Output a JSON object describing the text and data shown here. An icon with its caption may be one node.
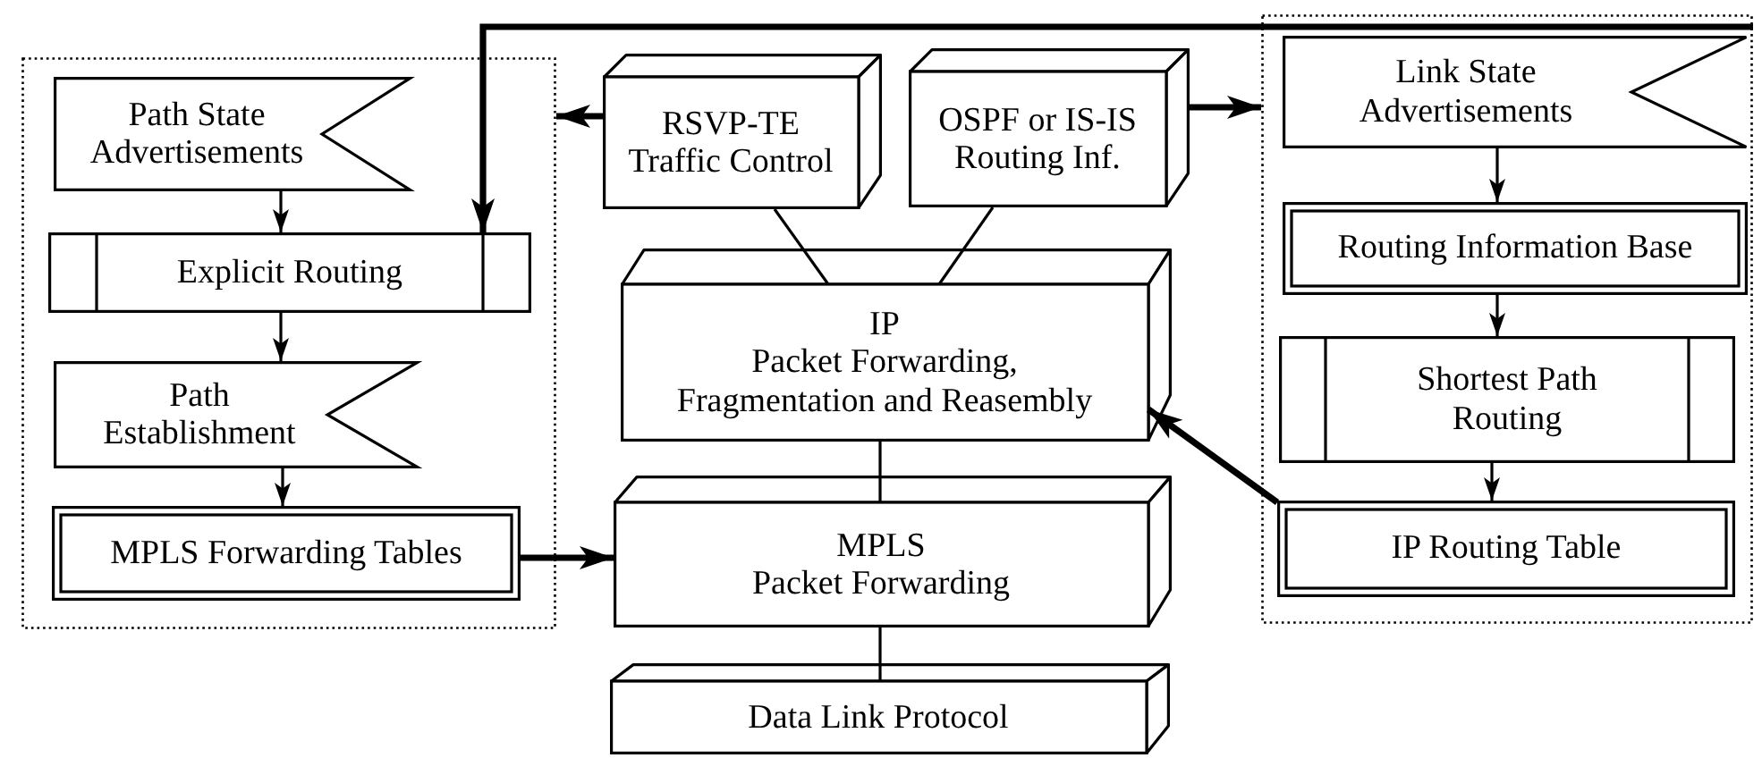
{
  "diagram": {
    "nodes": [
      {
        "text": [],
        "shape": "box"
      },
      {
        "text": [
          "Path State Advertisements"
        ],
        "in": 0
      },
      {
        "text": [
          "Explicit Routing"
        ],
        "in": 0
      },
      {
        "text": [
          "Path Establishment"
        ],
        "in": 0
      },
      {
        "text": [
          "MPLS Forwarding Tables"
        ],
        "in": 0
      },
      {
        "text": [
          "RSVP-TE Traffic Control"
        ]
      },
      {
        "text": [
          "OSPF or IS-IS Routing Inf."
        ]
      },
      {
        "text": [
          "IP",
          "Packet Forwarding, Fragmentation and Reasembly"
        ]
      },
      {
        "text": [
          "MPLS",
          "Packet Forwarding"
        ]
      },
      {
        "text": [
          "Data Link Protocol"
        ]
      },
      {
        "text": [],
        "shape": "box"
      },
      {
        "text": [
          "Link State Advertisements"
        ],
        "in": 10
      },
      {
        "text": [
          "Routing Information Base"
        ],
        "in": 10
      },
      {
        "text": [
          "Shortest Path Routing"
        ],
        "in": 10
      },
      {
        "text": [
          "IP Routing Table"
        ],
        "in": 10
      }
    ],
    "edges": [
      {
        "from": 1,
        "to": 2,
        "arrow": "to"
      },
      {
        "from": 2,
        "to": 3,
        "arrow": "to"
      },
      {
        "from": 3,
        "to": 4,
        "arrow": "to"
      },
      {
        "from": 4,
        "to": 8,
        "arrow": "to",
        "style": "thick"
      },
      {
        "from": 5,
        "to": 0,
        "arrow": "to",
        "style": "thick"
      },
      {
        "from": 6,
        "to": 10,
        "arrow": "to",
        "style": "thick"
      },
      {
        "from": 6,
        "to": 7,
        "arrow": "none"
      },
      {
        "from": 5,
        "to": 7,
        "arrow": "none"
      },
      {
        "from": 7,
        "to": 8,
        "arrow": "none"
      },
      {
        "from": 8,
        "to": 9,
        "arrow": "none"
      },
      {
        "from": 11,
        "to": 12,
        "arrow": "to"
      },
      {
        "from": 12,
        "to": 13,
        "arrow": "to"
      },
      {
        "from": 13,
        "to": 14,
        "arrow": "to"
      },
      {
        "from": 14,
        "to": 7,
        "arrow": "to",
        "style": "thick"
      },
      {
        "from": 10,
        "to": 2,
        "arrow": "to",
        "style": "thick"
      }
    ]
  }
}
